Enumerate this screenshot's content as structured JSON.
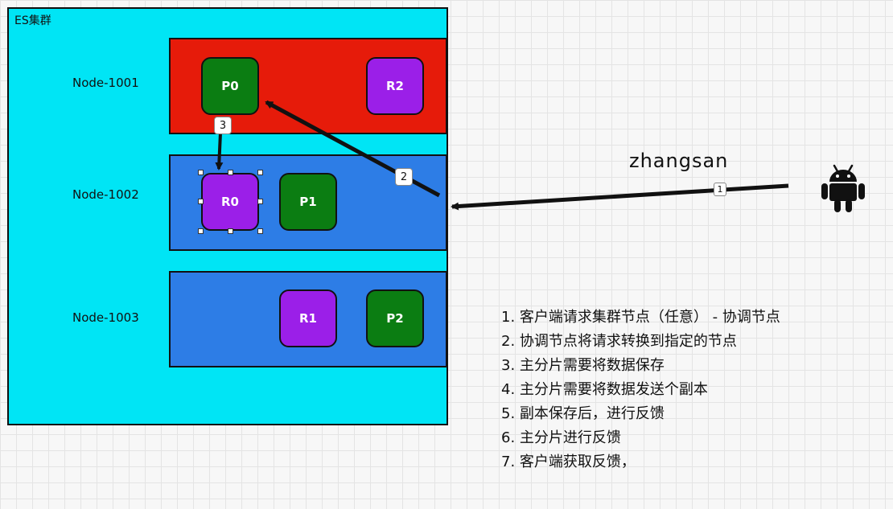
{
  "cluster": {
    "title": "ES集群"
  },
  "nodes": [
    {
      "name": "Node-1001",
      "shards": [
        "P0",
        "R2"
      ]
    },
    {
      "name": "Node-1002",
      "shards": [
        "R0",
        "P1"
      ]
    },
    {
      "name": "Node-1003",
      "shards": [
        "R1",
        "P2"
      ]
    }
  ],
  "client": {
    "name": "zhangsan",
    "icon": "android-icon"
  },
  "arrows": {
    "step1": "1",
    "step2": "2",
    "step3": "3"
  },
  "steps": [
    "1. 客户端请求集群节点（任意） - 协调节点",
    "2. 协调节点将请求转换到指定的节点",
    "3. 主分片需要将数据保存",
    "4. 主分片需要将数据发送个副本",
    "5. 副本保存后，进行反馈",
    "6. 主分片进行反馈",
    "7. 客户端获取反馈，"
  ],
  "colors": {
    "cluster": "#00e5f5",
    "node_active": "#e61b0a",
    "node": "#2d7de6",
    "primary_shard": "#0b7d12",
    "replica_shard": "#9b1fe8"
  }
}
